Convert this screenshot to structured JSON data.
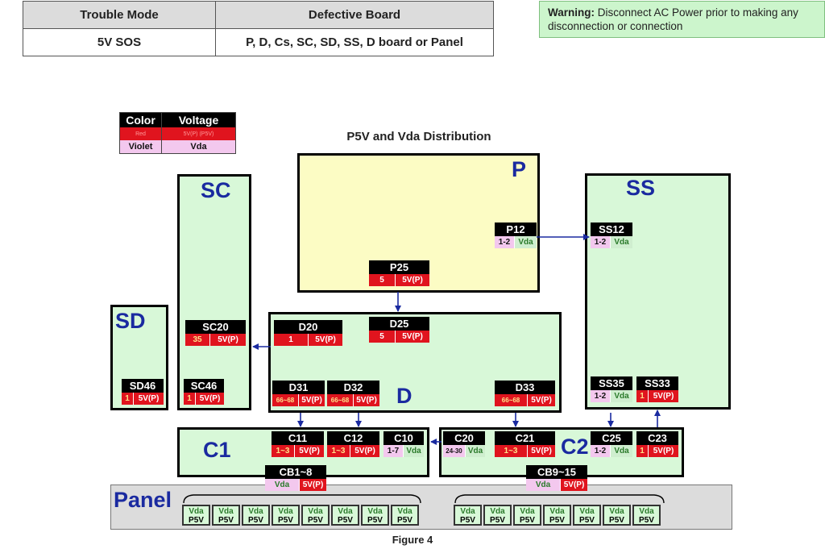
{
  "trouble_table": {
    "header": {
      "mode": "Trouble Mode",
      "board": "Defective Board"
    },
    "row": {
      "mode": "5V SOS",
      "board": "P, D, Cs, SC, SD, SS, D board or Panel"
    }
  },
  "warning": {
    "label": "Warning:",
    "text": " Disconnect AC Power prior to making any disconnection or connection"
  },
  "legend": {
    "head_color": "Color",
    "head_voltage": "Voltage",
    "rows": [
      {
        "color": "Red",
        "voltage": "5V(P) (P5V)"
      },
      {
        "color": "Violet",
        "voltage": "Vda"
      }
    ]
  },
  "title": "P5V and Vda Distribution",
  "figure_caption": "Figure 4",
  "boards": {
    "p": "P",
    "ss": "SS",
    "sc": "SC",
    "sd": "SD",
    "d": "D",
    "c1": "C1",
    "c2": "C2",
    "panel": "Panel"
  },
  "connectors": {
    "p12": {
      "name": "P12",
      "pin": "1-2",
      "volt": "Vda"
    },
    "ss12": {
      "name": "SS12",
      "pin": "1-2",
      "volt": "Vda"
    },
    "p25": {
      "name": "P25",
      "pin": "5",
      "volt": "5V(P)"
    },
    "sc20": {
      "name": "SC20",
      "pin": "35",
      "volt": "5V(P)"
    },
    "d20": {
      "name": "D20",
      "pin": "1",
      "volt": "5V(P)"
    },
    "d25": {
      "name": "D25",
      "pin": "5",
      "volt": "5V(P)"
    },
    "sd46": {
      "name": "SD46",
      "pin": "1",
      "volt": "5V(P)"
    },
    "sc46": {
      "name": "SC46",
      "pin": "1",
      "volt": "5V(P)"
    },
    "d31": {
      "name": "D31",
      "pin": "66~68",
      "volt": "5V(P)"
    },
    "d32": {
      "name": "D32",
      "pin": "66~68",
      "volt": "5V(P)"
    },
    "d33": {
      "name": "D33",
      "pin": "66~68",
      "volt": "5V(P)"
    },
    "ss35": {
      "name": "SS35",
      "pin": "1-2",
      "volt": "Vda"
    },
    "ss33": {
      "name": "SS33",
      "pin": "1",
      "volt": "5V(P)"
    },
    "c11": {
      "name": "C11",
      "pin": "1~3",
      "volt": "5V(P)"
    },
    "c12": {
      "name": "C12",
      "pin": "1~3",
      "volt": "5V(P)"
    },
    "c10": {
      "name": "C10",
      "pin": "1-7",
      "volt": "Vda"
    },
    "c20": {
      "name": "C20",
      "pin": "24-30",
      "volt": "Vda"
    },
    "c21": {
      "name": "C21",
      "pin": "1~3",
      "volt": "5V(P)"
    },
    "c25": {
      "name": "C25",
      "pin": "1-2",
      "volt": "Vda"
    },
    "c23": {
      "name": "C23",
      "pin": "1",
      "volt": "5V(P)"
    },
    "cb18": {
      "name": "CB1~8",
      "pin": "Vda",
      "volt": "5V(P)"
    },
    "cb915": {
      "name": "CB9~15",
      "pin": "Vda",
      "volt": "5V(P)"
    }
  },
  "panel_cell": {
    "vda": "Vda",
    "p5v": "P5V"
  }
}
